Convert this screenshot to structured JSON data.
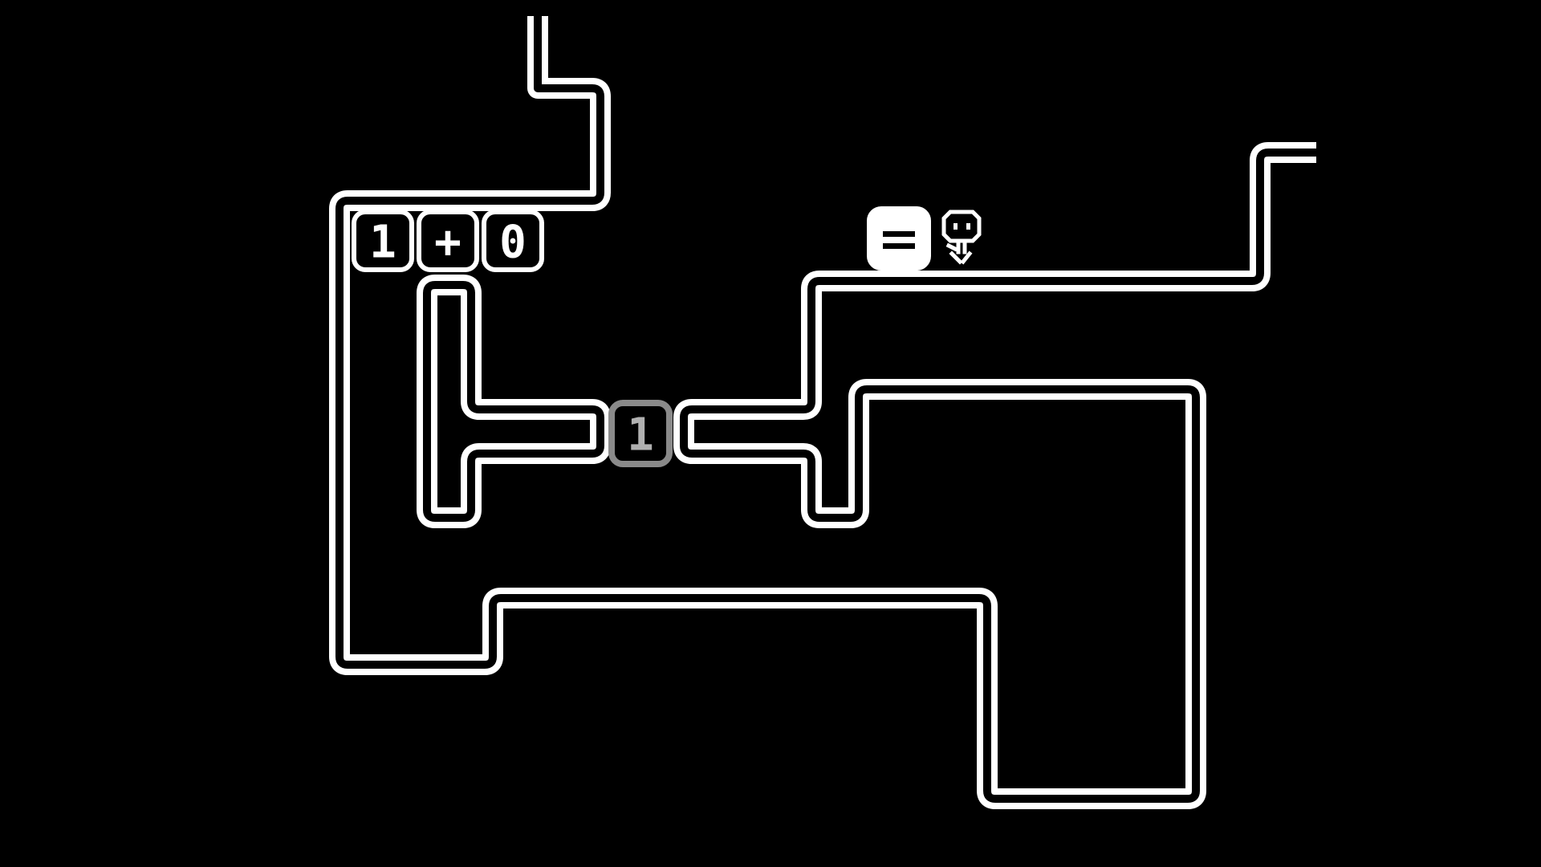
{
  "scene": {
    "background_color": "#000000",
    "wall_color": "#ffffff",
    "equation_tiles": [
      {
        "label": "1"
      },
      {
        "label": "+"
      },
      {
        "label": "0"
      }
    ],
    "center_tile": {
      "label": "1",
      "state": "dimmed"
    },
    "equals_tile": {
      "icon": "equals-icon"
    },
    "player": {
      "icon": "robot-character-icon"
    }
  }
}
